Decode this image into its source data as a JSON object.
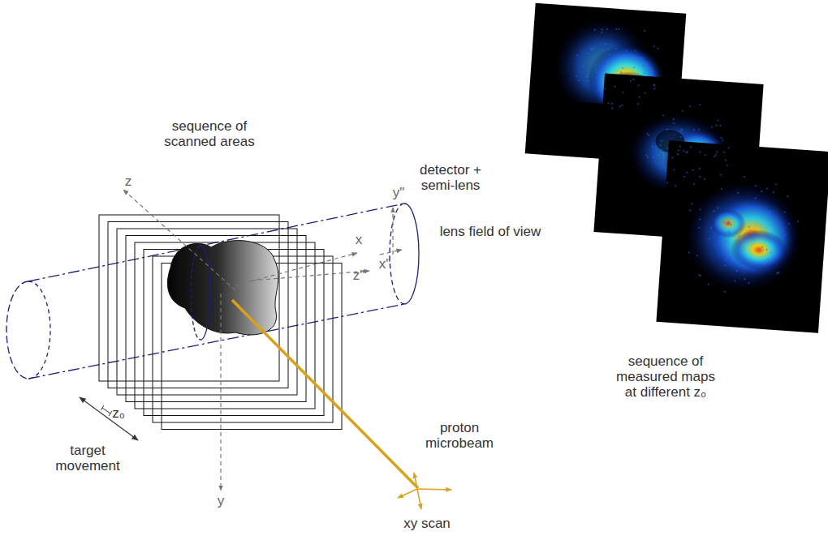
{
  "diagram": {
    "labels": [
      "sequence of scanned areas",
      "z",
      "detector + semi-lens",
      "y\"",
      "lens field of view",
      "x",
      "x\"",
      "z\"",
      "sequence of measured maps at different z₀",
      "z₀",
      "target movement",
      "proton microbeam",
      "y",
      "xy scan"
    ]
  }
}
